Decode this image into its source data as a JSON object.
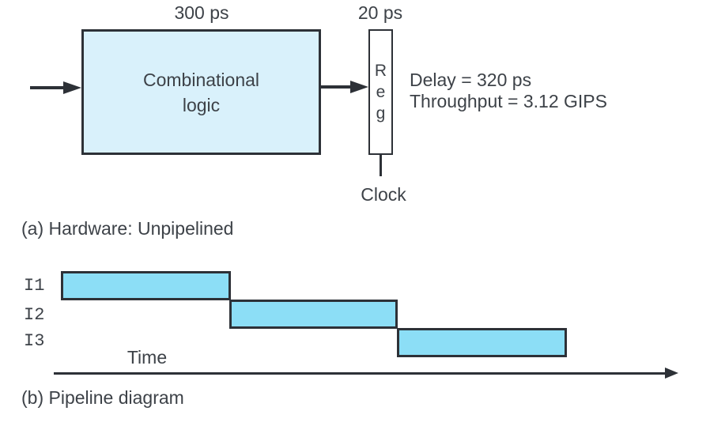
{
  "hardware": {
    "logic_delay_label": "300 ps",
    "reg_delay_label": "20 ps",
    "logic_box": {
      "line1": "Combinational",
      "line2": "logic"
    },
    "register": {
      "letters": [
        "R",
        "e",
        "g"
      ]
    },
    "clock_label": "Clock",
    "stats": {
      "delay": "Delay = 320 ps",
      "throughput": "Throughput = 3.12 GIPS"
    },
    "caption": "(a) Hardware: Unpipelined"
  },
  "pipeline": {
    "rows": [
      {
        "label": "I1"
      },
      {
        "label": "I2"
      },
      {
        "label": "I3"
      }
    ],
    "time_label": "Time",
    "caption": "(b) Pipeline diagram"
  },
  "colors": {
    "logic_fill": "#d9f1fb",
    "bar_fill": "#8cdef6",
    "line": "#2d3137",
    "text": "#3d4248"
  }
}
